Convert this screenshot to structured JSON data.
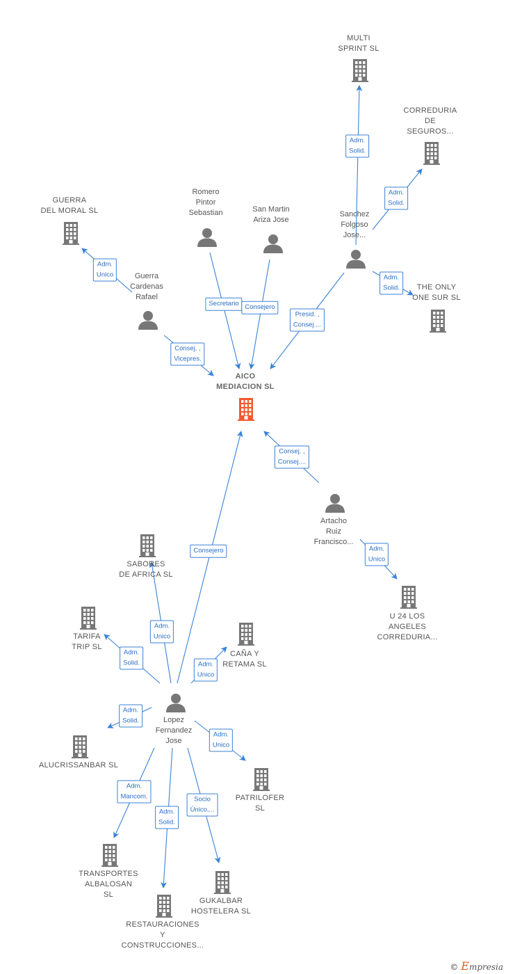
{
  "colors": {
    "edge": "#3a82d6",
    "icon": "#777777",
    "main_icon": "#f05a30",
    "box_border": "#3a82d6",
    "box_text": "#2a6fc4"
  },
  "nodes": [
    {
      "id": "aico",
      "type": "company",
      "main": true,
      "label": [
        "AICO",
        "MEDIACION SL"
      ],
      "icon": "building-icon"
    },
    {
      "id": "multi",
      "type": "company",
      "label": [
        "MULTI",
        "SPRINT SL"
      ],
      "icon": "building-icon"
    },
    {
      "id": "correduria",
      "type": "company",
      "label": [
        "CORREDURIA",
        "DE",
        "SEGUROS..."
      ],
      "icon": "building-icon"
    },
    {
      "id": "theonly",
      "type": "company",
      "label": [
        "THE ONLY",
        "ONE SUR SL"
      ],
      "icon": "building-icon"
    },
    {
      "id": "guerradelmoral",
      "type": "company",
      "label": [
        "GUERRA",
        "DEL MORAL SL"
      ],
      "icon": "building-icon"
    },
    {
      "id": "romero",
      "type": "person",
      "label": [
        "Romero",
        "Pintor",
        "Sebastian"
      ],
      "icon": "person-icon"
    },
    {
      "id": "sanmartin",
      "type": "person",
      "label": [
        "San Martin",
        "Ariza Jose"
      ],
      "icon": "person-icon"
    },
    {
      "id": "sanchez",
      "type": "person",
      "label": [
        "Sanchez",
        "Folgoso",
        "Jose..."
      ],
      "icon": "person-icon"
    },
    {
      "id": "guerra",
      "type": "person",
      "label": [
        "Guerra",
        "Cardenas",
        "Rafael"
      ],
      "icon": "person-icon"
    },
    {
      "id": "artacho",
      "type": "person",
      "label": [
        "Artacho",
        "Ruiz",
        "Francisco..."
      ],
      "icon": "person-icon"
    },
    {
      "id": "u24",
      "type": "company",
      "label": [
        "U 24 LOS",
        "ANGELES",
        "CORREDURIA..."
      ],
      "icon": "building-icon"
    },
    {
      "id": "lopez",
      "type": "person",
      "label": [
        "Lopez",
        "Fernandez",
        "Jose"
      ],
      "icon": "person-icon"
    },
    {
      "id": "sabores",
      "type": "company",
      "label": [
        "SABORES",
        "DE AFRICA  SL"
      ],
      "icon": "building-icon"
    },
    {
      "id": "tarifa",
      "type": "company",
      "label": [
        "TARIFA",
        "TRIP  SL"
      ],
      "icon": "building-icon"
    },
    {
      "id": "canya",
      "type": "company",
      "label": [
        "CAÑA Y",
        "RETAMA SL"
      ],
      "icon": "building-icon"
    },
    {
      "id": "alucris",
      "type": "company",
      "label": [
        "ALUCRISSANBAR SL"
      ],
      "icon": "building-icon"
    },
    {
      "id": "patrilofer",
      "type": "company",
      "label": [
        "PATRILOFER",
        "SL"
      ],
      "icon": "building-icon"
    },
    {
      "id": "transportes",
      "type": "company",
      "label": [
        "TRANSPORTES",
        "ALBALOSAN",
        "SL"
      ],
      "icon": "building-icon"
    },
    {
      "id": "restauraciones",
      "type": "company",
      "label": [
        "RESTAURACIONES",
        "Y",
        "CONSTRUCCIONES..."
      ],
      "icon": "building-icon"
    },
    {
      "id": "gukalbar",
      "type": "company",
      "label": [
        "GUKALBAR",
        "HOSTELERA SL"
      ],
      "icon": "building-icon"
    }
  ],
  "edges": [
    {
      "id": "e-sanchez-multi",
      "from": "sanchez",
      "to": "multi",
      "role": [
        "Adm.",
        "Solid."
      ]
    },
    {
      "id": "e-sanchez-correduria",
      "from": "sanchez",
      "to": "correduria",
      "role": [
        "Adm.",
        "Solid."
      ]
    },
    {
      "id": "e-sanchez-theonly",
      "from": "sanchez",
      "to": "theonly",
      "role": [
        "Adm.",
        "Solid."
      ]
    },
    {
      "id": "e-sanchez-aico",
      "from": "sanchez",
      "to": "aico",
      "role": [
        "Presid. ,",
        "Consej...."
      ]
    },
    {
      "id": "e-guerra-guerradelmoral",
      "from": "guerra",
      "to": "guerradelmoral",
      "role": [
        "Adm.",
        "Unico"
      ]
    },
    {
      "id": "e-guerra-aico",
      "from": "guerra",
      "to": "aico",
      "role": [
        "Consej. ,",
        "Vicepres."
      ]
    },
    {
      "id": "e-romero-aico",
      "from": "romero",
      "to": "aico",
      "role": [
        "Secretario"
      ]
    },
    {
      "id": "e-sanmartin-aico",
      "from": "sanmartin",
      "to": "aico",
      "role": [
        "Consejero"
      ]
    },
    {
      "id": "e-artacho-aico",
      "from": "artacho",
      "to": "aico",
      "role": [
        "Consej. ,",
        "Consej...."
      ]
    },
    {
      "id": "e-artacho-u24",
      "from": "artacho",
      "to": "u24",
      "role": [
        "Adm.",
        "Unico"
      ]
    },
    {
      "id": "e-lopez-aico",
      "from": "lopez",
      "to": "aico",
      "role": [
        "Consejero"
      ]
    },
    {
      "id": "e-lopez-sabores",
      "from": "lopez",
      "to": "sabores",
      "role": [
        "Adm.",
        "Unico"
      ]
    },
    {
      "id": "e-lopez-tarifa",
      "from": "lopez",
      "to": "tarifa",
      "role": [
        "Adm.",
        "Solid."
      ]
    },
    {
      "id": "e-lopez-canya",
      "from": "lopez",
      "to": "canya",
      "role": [
        "Adm.",
        "Unico"
      ]
    },
    {
      "id": "e-lopez-alucris",
      "from": "lopez",
      "to": "alucris",
      "role": [
        "Adm.",
        "Solid."
      ]
    },
    {
      "id": "e-lopez-patrilofer",
      "from": "lopez",
      "to": "patrilofer",
      "role": [
        "Adm.",
        "Unico"
      ]
    },
    {
      "id": "e-lopez-transportes",
      "from": "lopez",
      "to": "transportes",
      "role": [
        "Adm.",
        "Mancom."
      ]
    },
    {
      "id": "e-lopez-restauraciones",
      "from": "lopez",
      "to": "restauraciones",
      "role": [
        "Adm.",
        "Solid."
      ]
    },
    {
      "id": "e-lopez-gukalbar",
      "from": "lopez",
      "to": "gukalbar",
      "role": [
        "Socio",
        "Único,..."
      ]
    }
  ],
  "footer": {
    "copyright": "©",
    "brand_initial": "E",
    "brand_rest": "mpresia"
  }
}
